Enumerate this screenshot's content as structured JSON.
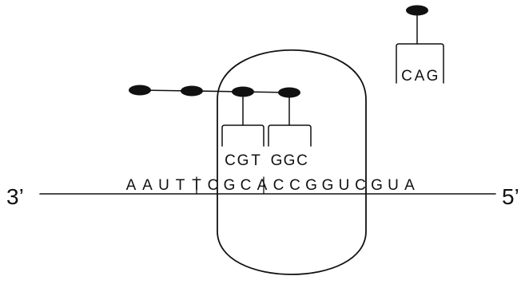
{
  "diagram": {
    "end_left": "3’",
    "end_right": "5’",
    "mrna": "AAUTTCGCACCGGUCGUA",
    "ribosome_codons": [
      "CGT",
      "GGC"
    ],
    "incoming_anticodon": "CAG",
    "colors": {
      "ink": "#111111",
      "background": "#ffffff"
    }
  }
}
